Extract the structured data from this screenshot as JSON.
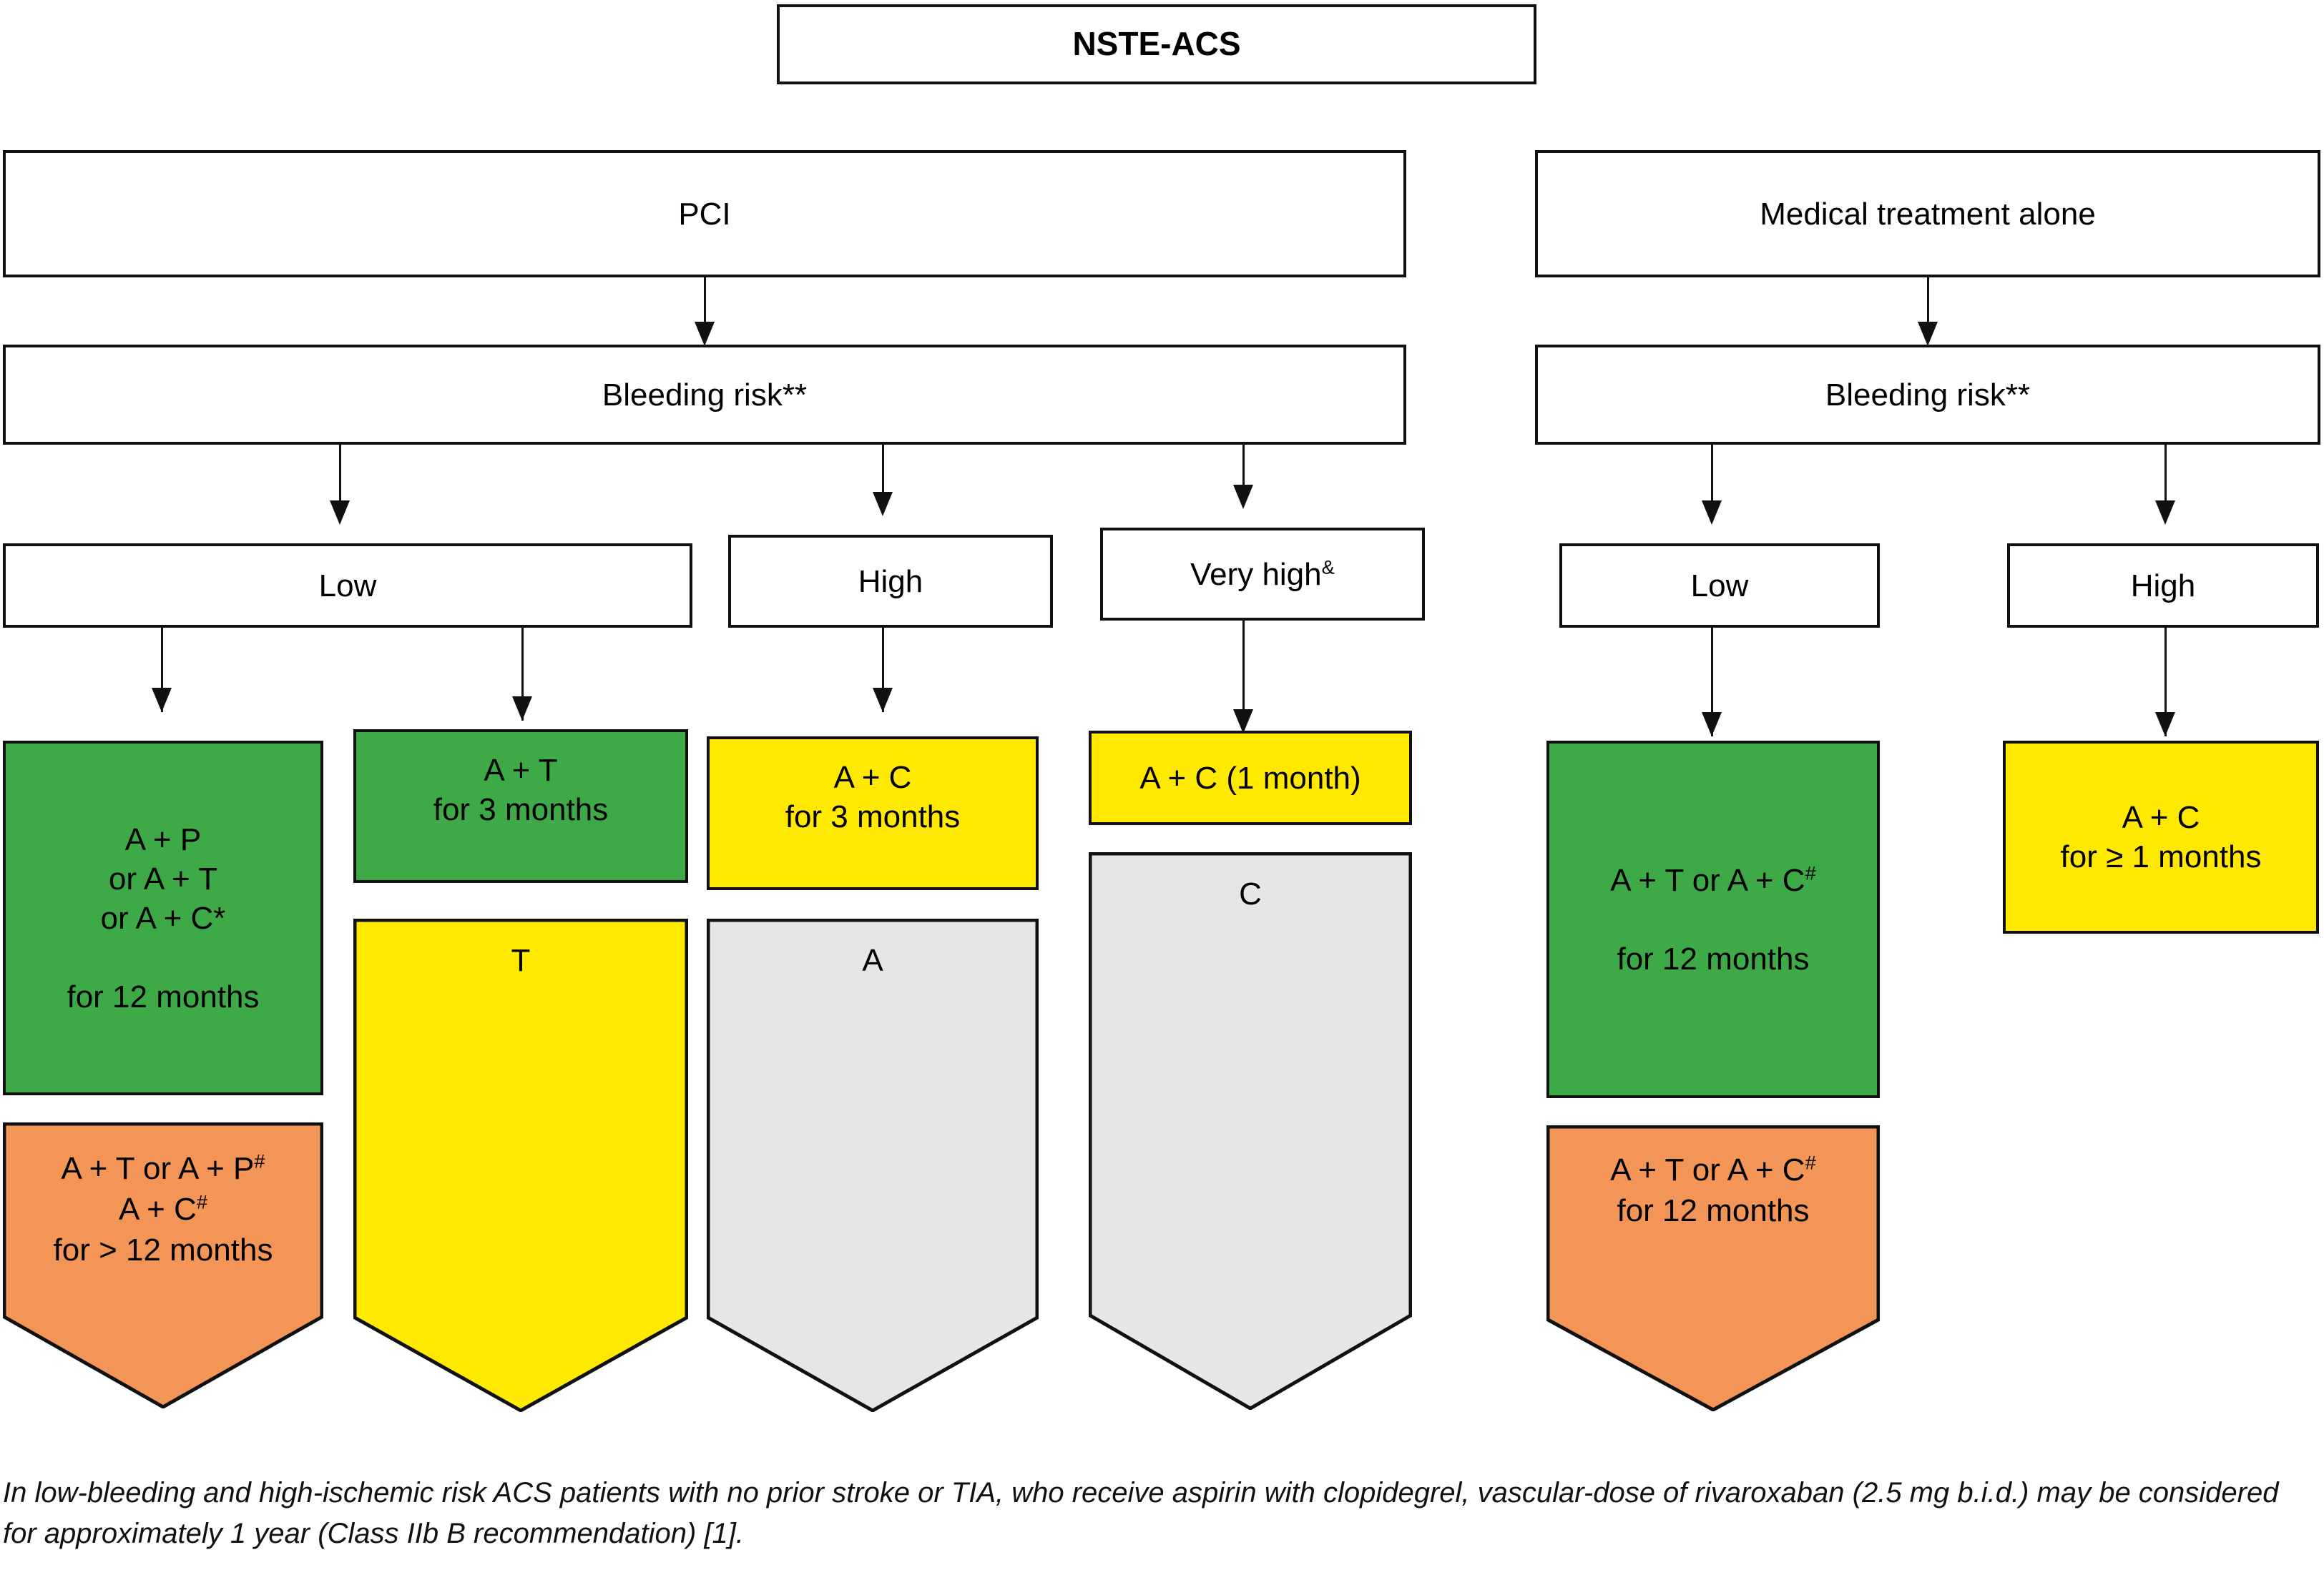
{
  "root": {
    "label": "NSTE-ACS"
  },
  "branches": {
    "pci": {
      "label": "PCI"
    },
    "medical": {
      "label": "Medical treatment alone"
    }
  },
  "risk_nodes": {
    "pci_bleeding": {
      "label": "Bleeding risk**"
    },
    "medical_bleeding": {
      "label": "Bleeding risk**"
    }
  },
  "risk_levels": {
    "pci_low": {
      "label": "Low"
    },
    "pci_high": {
      "label": "High"
    },
    "pci_very_high": {
      "label": "Very high&"
    },
    "med_low": {
      "label": "Low"
    },
    "med_high": {
      "label": "High"
    }
  },
  "treatments": {
    "pci_low_a": {
      "label": "A + P\nor A + T\nor A + C*\n\nfor 12 months",
      "color": "#3daa47",
      "color_name": "green"
    },
    "pci_low_a_ext": {
      "label": "A + T or A + P#\nA + C#\nfor > 12 months",
      "color": "#f39556",
      "color_name": "orange",
      "shape": "pentagon"
    },
    "pci_low_b": {
      "label": "A + T\nfor 3 months",
      "color": "#3daa47",
      "color_name": "green"
    },
    "pci_low_b_ext": {
      "label": "T",
      "color": "#ffe900",
      "color_name": "yellow",
      "shape": "pentagon"
    },
    "pci_high_a": {
      "label": "A + C\nfor 3 months",
      "color": "#ffe900",
      "color_name": "yellow"
    },
    "pci_high_ext": {
      "label": "A",
      "color": "#e4e6e8",
      "color_name": "grey",
      "shape": "pentagon"
    },
    "pci_very_high_a": {
      "label": "A + C (1 month)",
      "color": "#ffe900",
      "color_name": "yellow"
    },
    "pci_very_high_ext": {
      "label": "C",
      "color": "#e4e6e8",
      "color_name": "grey",
      "shape": "pentagon"
    },
    "med_low_a": {
      "label": "A + T or A + C#\n\nfor 12 months",
      "color": "#3daa47",
      "color_name": "green"
    },
    "med_low_ext": {
      "label": "A + T or A + C#\nfor 12 months",
      "color": "#f39556",
      "color_name": "orange",
      "shape": "pentagon"
    },
    "med_high_a": {
      "label": "A + C\nfor ≥ 1 months",
      "color": "#ffe900",
      "color_name": "yellow"
    }
  },
  "footnote": {
    "text": "In low-bleeding and high-ischemic risk ACS patients with no prior stroke or TIA, who receive aspirin with clopidegrel, vascular-dose of rivaroxaban (2.5 mg b.i.d.) may be considered for approximately 1 year (Class IIb B recommendation) [1]."
  },
  "colors": {
    "green": "#3daa47",
    "yellow": "#ffe900",
    "orange": "#f39556",
    "grey": "#e4e6e8",
    "stroke": "#111111",
    "background": "#ffffff"
  }
}
